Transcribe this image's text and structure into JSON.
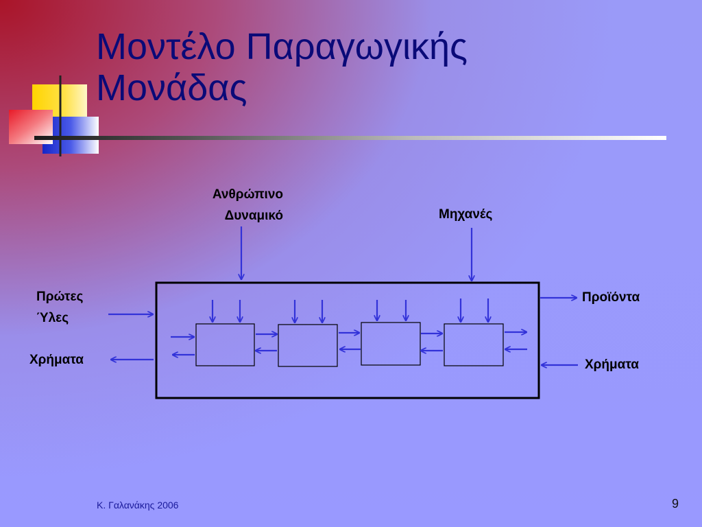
{
  "slide": {
    "title_line1": "Μοντέλο Παραγωγικής",
    "title_line2": "Μονάδας",
    "footer_author": "Κ. Γαλανάκης 2006",
    "page_number": "9"
  },
  "diagram": {
    "inputs_top": {
      "human_line1": "Ανθρώπινο",
      "human_line2": "Δυναμικό",
      "machines": "Μηχανές"
    },
    "left": {
      "raw_line1": "Πρώτες",
      "raw_line2": "Ύλες",
      "money": "Χρήματα"
    },
    "right": {
      "products": "Προϊόντα",
      "money": "Χρήματα"
    },
    "stage_count": 4
  },
  "colors": {
    "arrow": "#3232d8",
    "title": "#0a0a78",
    "deco_yellow": "#ffd800",
    "deco_blue": "#1a2ad0",
    "deco_red": "#e8202a"
  }
}
